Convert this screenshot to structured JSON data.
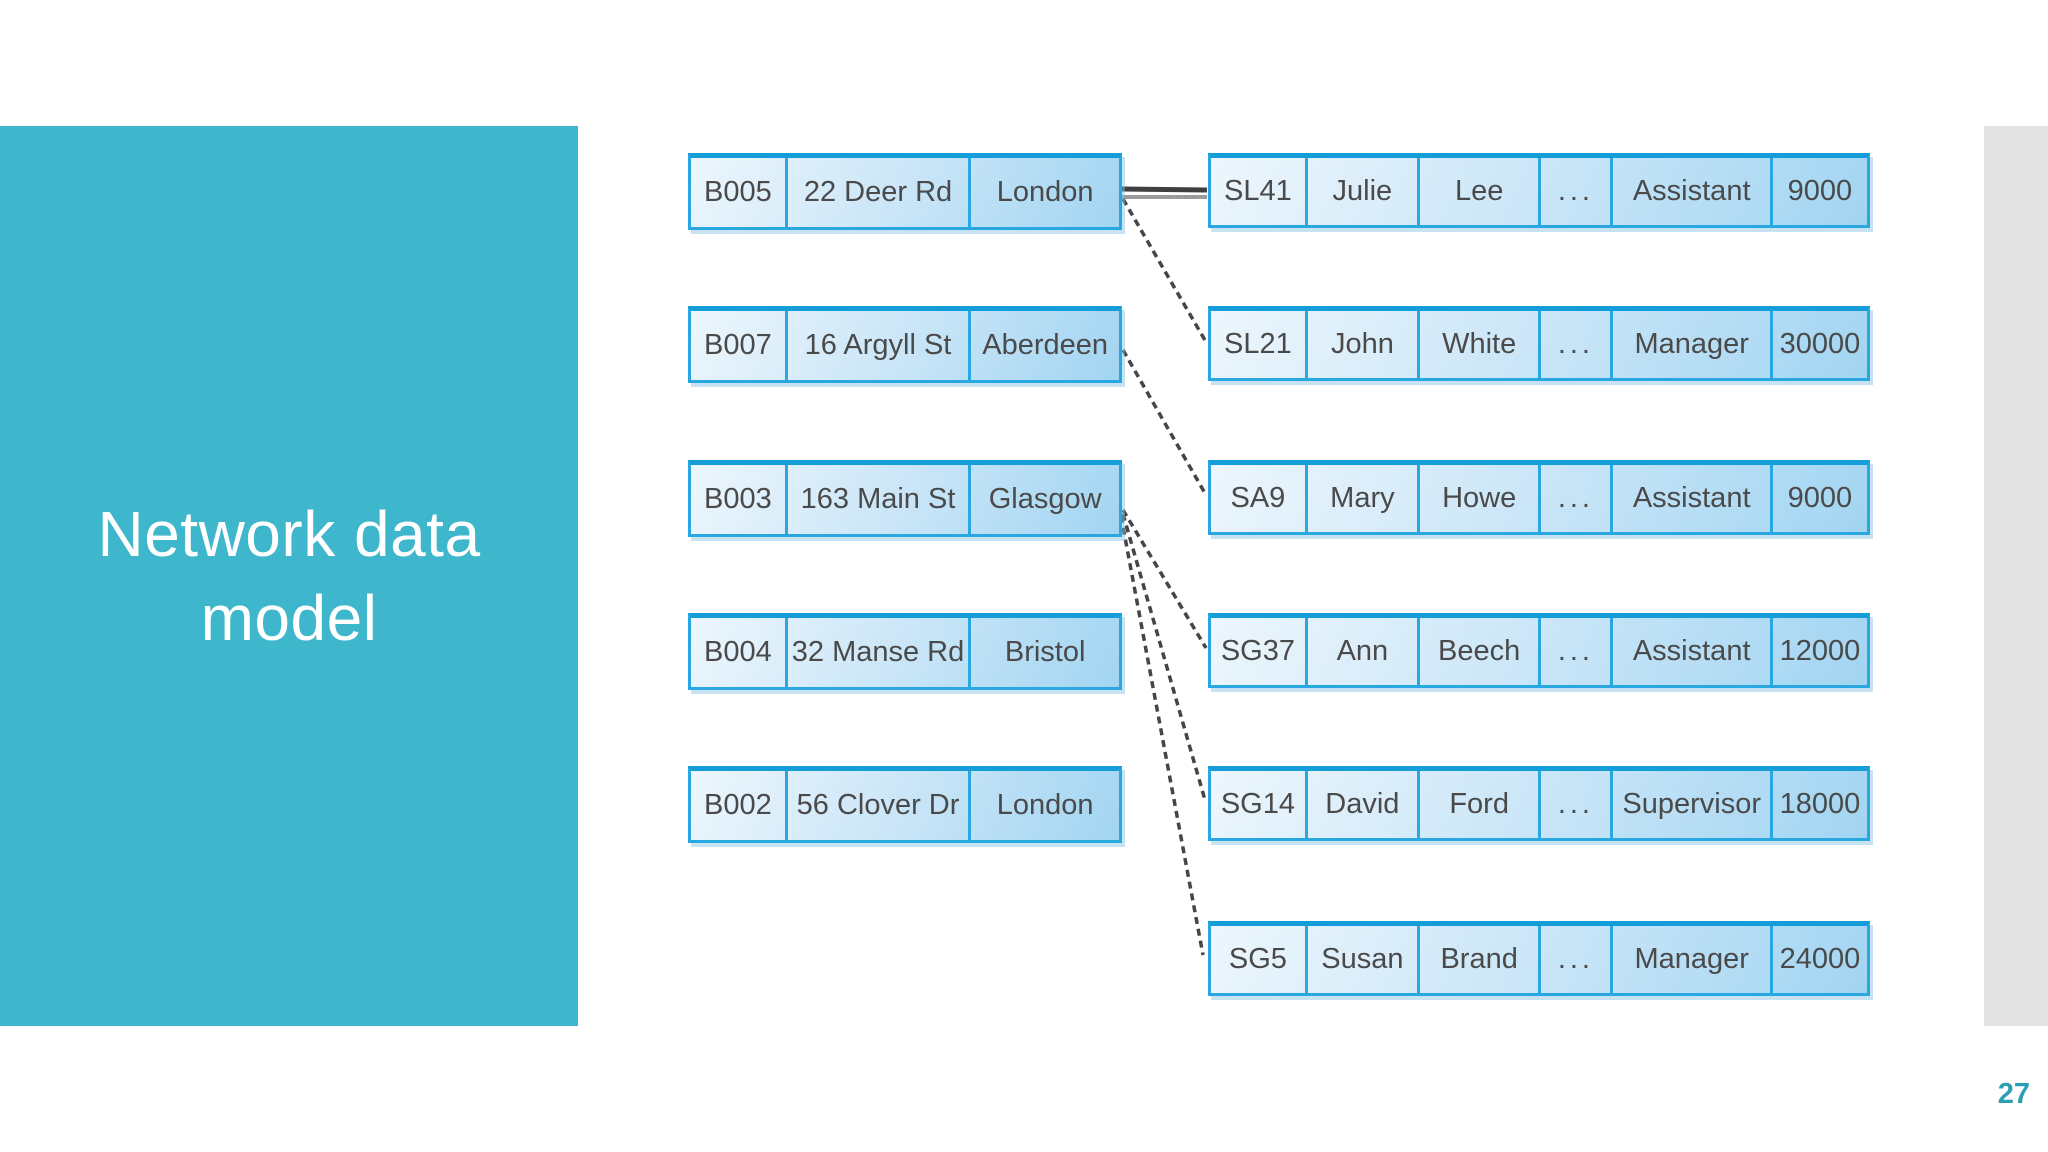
{
  "slide": {
    "title_line1": "Network data",
    "title_line2": "model",
    "page_number": "27"
  },
  "colors": {
    "panel_teal": "#3eb6cc",
    "box_border_cyan": "#28a7e0",
    "box_fill_light": "#edf6fc",
    "box_fill_dark": "#a2d5f2",
    "connector_dark": "#3f3f3f",
    "connector_gray": "#9b9b9b",
    "page_number_teal": "#2a9fb4",
    "right_strip_gray": "#e4e4e4",
    "cell_text_gray": "#4a4a4a"
  },
  "branch_records": [
    {
      "id": "B005",
      "street": "22 Deer Rd",
      "city": "London"
    },
    {
      "id": "B007",
      "street": "16 Argyll St",
      "city": "Aberdeen"
    },
    {
      "id": "B003",
      "street": "163 Main St",
      "city": "Glasgow"
    },
    {
      "id": "B004",
      "street": "32 Manse Rd",
      "city": "Bristol"
    },
    {
      "id": "B002",
      "street": "56 Clover Dr",
      "city": "London"
    }
  ],
  "staff_records": [
    {
      "id": "SL41",
      "first_name": "Julie",
      "last_name": "Lee",
      "ellipsis": "...",
      "position": "Assistant",
      "salary": "9000"
    },
    {
      "id": "SL21",
      "first_name": "John",
      "last_name": "White",
      "ellipsis": "...",
      "position": "Manager",
      "salary": "30000"
    },
    {
      "id": "SA9",
      "first_name": "Mary",
      "last_name": "Howe",
      "ellipsis": "...",
      "position": "Assistant",
      "salary": "9000"
    },
    {
      "id": "SG37",
      "first_name": "Ann",
      "last_name": "Beech",
      "ellipsis": "...",
      "position": "Assistant",
      "salary": "12000"
    },
    {
      "id": "SG14",
      "first_name": "David",
      "last_name": "Ford",
      "ellipsis": "...",
      "position": "Supervisor",
      "salary": "18000"
    },
    {
      "id": "SG5",
      "first_name": "Susan",
      "last_name": "Brand",
      "ellipsis": "...",
      "position": "Manager",
      "salary": "24000"
    }
  ],
  "connections": [
    {
      "from": "B005",
      "to": "SL41",
      "style": "solid"
    },
    {
      "from": "B005",
      "to": "SL21",
      "style": "dashed"
    },
    {
      "from": "B007",
      "to": "SA9",
      "style": "dashed"
    },
    {
      "from": "B003",
      "to": "SG37",
      "style": "dashed"
    },
    {
      "from": "B003",
      "to": "SG14",
      "style": "dashed"
    },
    {
      "from": "B003",
      "to": "SG5",
      "style": "dashed"
    }
  ]
}
